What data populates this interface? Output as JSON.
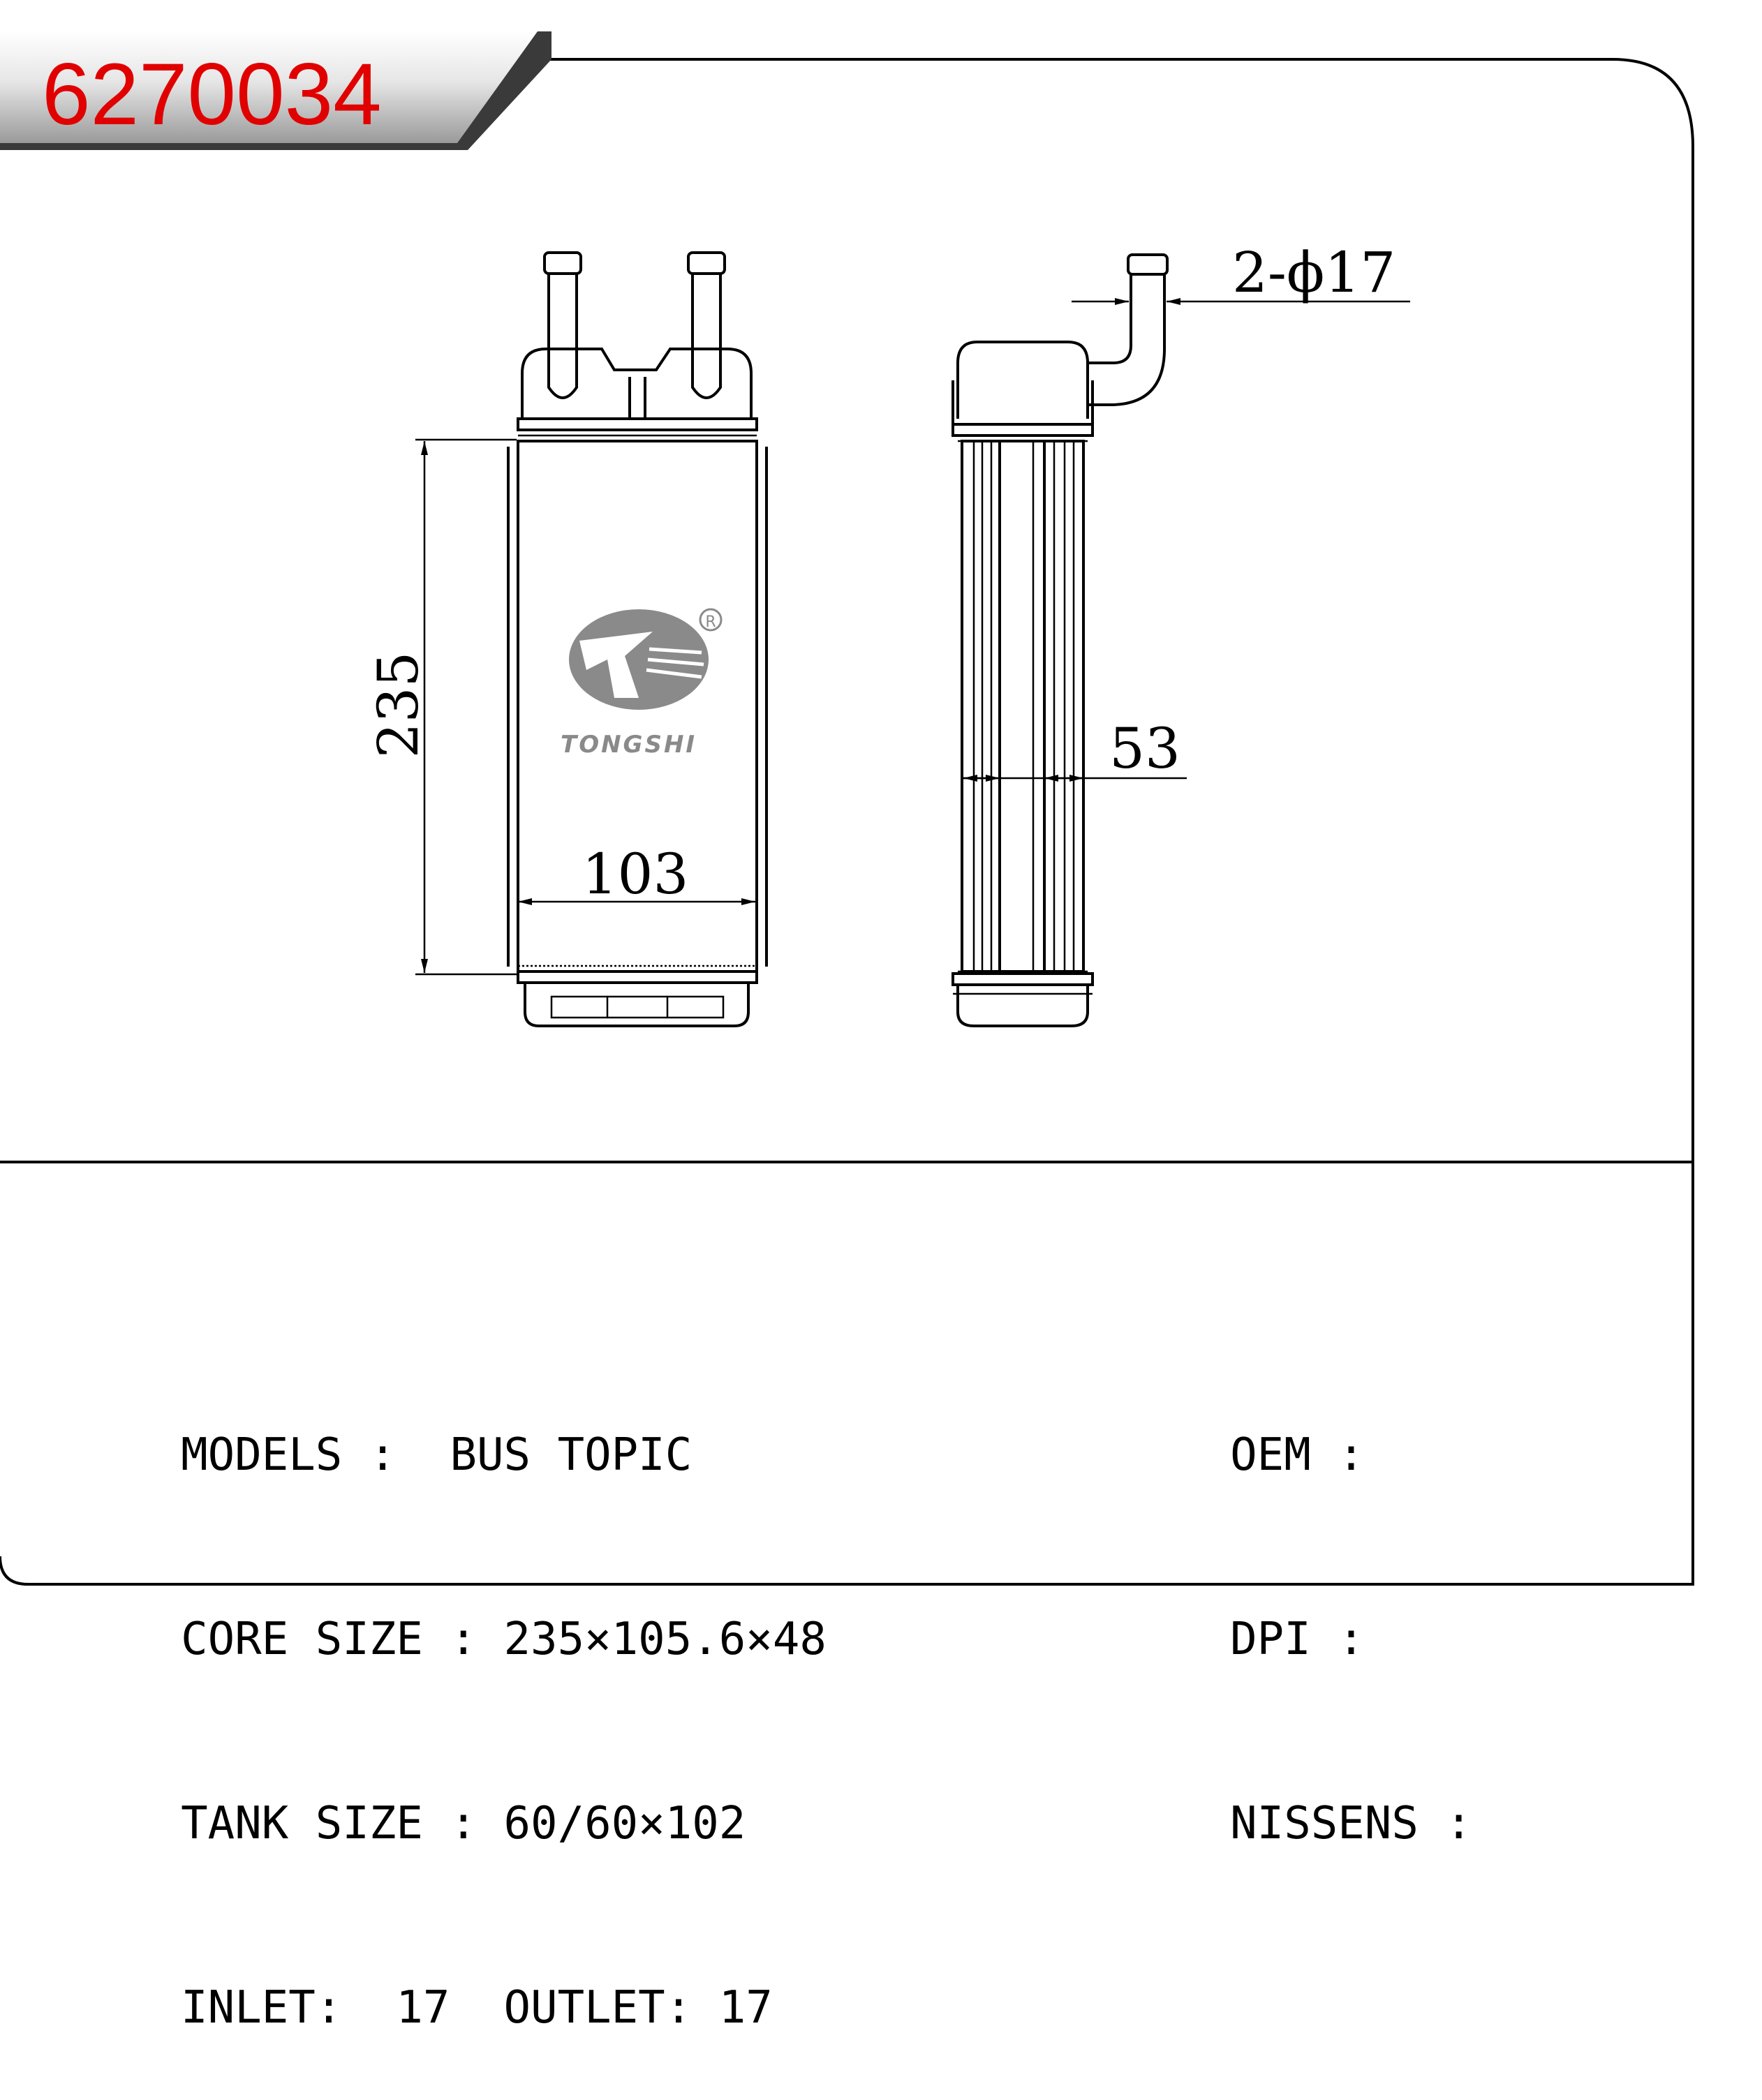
{
  "header": {
    "part_number": "6270034"
  },
  "front_view": {
    "height_dim": "235",
    "width_dim": "103",
    "brand": "TONGSHI",
    "registered_mark": "R"
  },
  "side_view": {
    "pipe_dim": "2-ϕ17",
    "depth_dim": "53"
  },
  "specs": {
    "models": {
      "label": "MODELS :",
      "value": "BUS TOPIC"
    },
    "core_size": {
      "label": "CORE SIZE :",
      "value": "235×105.6×48"
    },
    "tank_size": {
      "label": "TANK SIZE :",
      "value": "60/60×102"
    },
    "inlet": {
      "label": "INLET:",
      "value": "17"
    },
    "outlet": {
      "label": "OUTLET:",
      "value": "17"
    },
    "oem": {
      "label": "OEM :",
      "value": ""
    },
    "dpi": {
      "label": "DPI :",
      "value": ""
    },
    "nissens": {
      "label": "NISSENS :",
      "value": ""
    }
  },
  "colors": {
    "part_number": "#e00000",
    "tab_dark": "#3a3a3a",
    "brand_gray": "#8a8a8a"
  }
}
